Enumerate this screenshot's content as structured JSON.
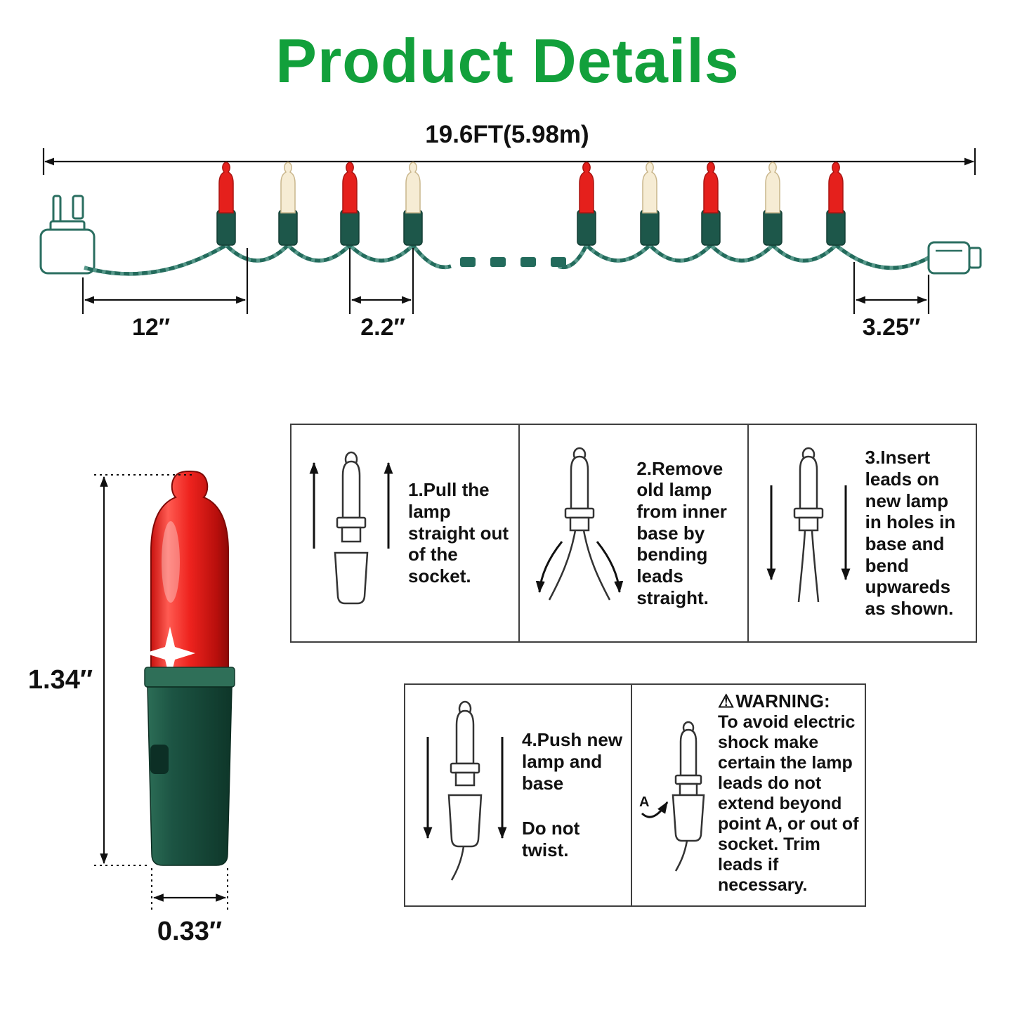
{
  "title": "Product Details",
  "colors": {
    "accent_green": "#12a03b",
    "wire_green": "#236b5c",
    "bulb_base_green": "#1d574a",
    "bulb_red": "#e5201c",
    "bulb_warm_white": "#f6ecd4"
  },
  "string_diagram": {
    "total_length_label": "19.6FT(5.98m)",
    "plug_spacing_label": "12″",
    "bulb_spacing_label": "2.2″",
    "tail_spacing_label": "3.25″",
    "bulb_sequence": [
      "red",
      "warm-white",
      "red",
      "warm-white",
      "red",
      "warm-white",
      "red",
      "warm-white",
      "red"
    ]
  },
  "bulb_detail": {
    "height_label": "1.34″",
    "width_label": "0.33″"
  },
  "steps": [
    {
      "label": "1.Pull the lamp straight out of the socket."
    },
    {
      "label": "2.Remove old lamp from inner base by bending leads straight."
    },
    {
      "label": "3.Insert leads on new lamp in holes in base and bend upwareds as shown."
    },
    {
      "label": "4.Push new lamp and base",
      "label2": "Do not twist."
    }
  ],
  "warning": {
    "icon": "⚠",
    "heading": "WARNING:",
    "body": "To avoid electric shock make certain the lamp leads do not extend beyond point A, or out of socket. Trim leads if necessary.",
    "point_label": "A"
  }
}
